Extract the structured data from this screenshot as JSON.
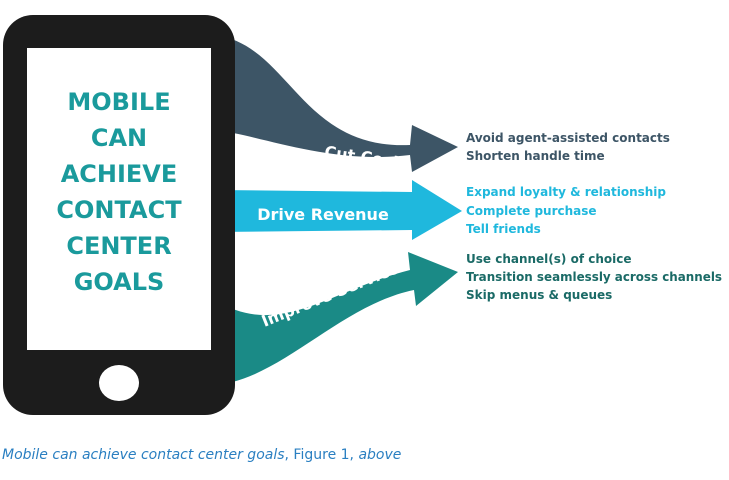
{
  "phone": {
    "lines": [
      "MOBILE",
      "CAN",
      "ACHIEVE",
      "CONTACT",
      "CENTER",
      "GOALS"
    ]
  },
  "arrows": [
    {
      "label": "Cut Costs",
      "color": "#3d5566",
      "bullets": [
        "Avoid agent-assisted contacts",
        "Shorten handle time"
      ]
    },
    {
      "label": "Drive Revenue",
      "color": "#1fb8dd",
      "bullets": [
        "Expand loyalty & relationship",
        "Complete purchase",
        "Tell friends"
      ]
    },
    {
      "label": "Improve Service",
      "color": "#1a8a86",
      "bullets": [
        "Use channel(s) of choice",
        "Transition seamlessly across channels",
        "Skip menus & queues"
      ]
    }
  ],
  "caption": {
    "part1": "Mobile can achieve contact center goals",
    "part2": ", Figure 1, ",
    "part3": "above"
  },
  "colors": {
    "phone_body": "#1c1c1c",
    "phone_text": "#1a9a9c",
    "caption": "#2a7fc1"
  }
}
